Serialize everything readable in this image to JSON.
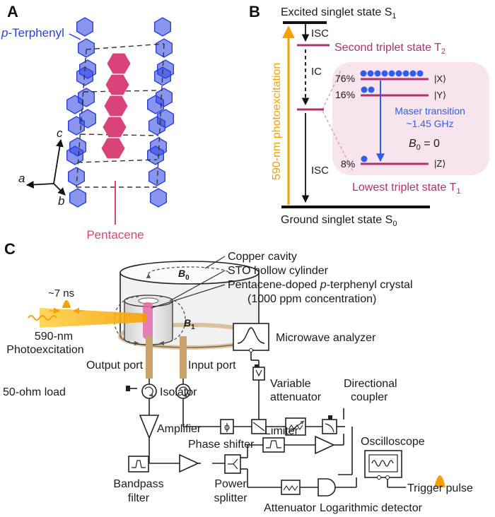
{
  "panels": {
    "a": "A",
    "b": "B",
    "c": "C"
  },
  "panel_a": {
    "terphenyl_prefix": "p",
    "terphenyl_label": "-Terphenyl",
    "pentacene_label": "Pentacene",
    "axis_a": "a",
    "axis_b": "b",
    "axis_c": "c",
    "colors": {
      "terphenyl": "#2a3fe0",
      "pentacene": "#d9437a"
    }
  },
  "panel_b": {
    "excited_singlet": "Excited singlet state S",
    "excited_singlet_sub": "1",
    "second_triplet": "Second triplet state T",
    "second_triplet_sub": "2",
    "lowest_triplet": "Lowest triplet state T",
    "lowest_triplet_sub": "1",
    "ground_singlet": "Ground singlet state S",
    "ground_singlet_sub": "0",
    "photoexcitation": "590-nm photoexcitation",
    "isc_top": "ISC",
    "ic": "IC",
    "isc_bottom": "ISC",
    "pop_x": "76%",
    "pop_y": "16%",
    "pop_z": "8%",
    "ket_x": "|X⟩",
    "ket_y": "|Y⟩",
    "ket_z": "|Z⟩",
    "maser_line1": "Maser transition",
    "maser_line2": "~1.45 GHz",
    "b0_label": "B",
    "b0_sub": "0",
    "b0_value": " = 0",
    "colors": {
      "orange": "#f5a000",
      "triplet": "#b0306e",
      "blue": "#2e5ef0",
      "inset": "#f7e4ec"
    }
  },
  "panel_c": {
    "pulse_width": "~7 ns",
    "cavity_b0": "B",
    "cavity_b0_sub": "0",
    "cavity_b1": "B",
    "cavity_b1_sub": "1",
    "photoexcitation_line1": "590-nm",
    "photoexcitation_line2": "Photoexcitation",
    "copper_cavity": "Copper cavity",
    "sto_cylinder": "STO hollow cylinder",
    "crystal_pre": "Pentacene-doped ",
    "crystal_italic": "p",
    "crystal_post": "-terphenyl crystal",
    "concentration": "(1000 ppm concentration)",
    "microwave_analyzer": "Microwave analyzer",
    "output_port": "Output port",
    "input_port": "Input port",
    "load": "50-ohm load",
    "isolator": "Isolator",
    "variable_atten_1": "Variable",
    "variable_atten_2": "attenuator",
    "directional_1": "Directional",
    "directional_2": "coupler",
    "amplifier": "Amplifier",
    "phase_shifter": "Phase shifter",
    "limiter": "Limiter",
    "oscilloscope": "Oscilloscope",
    "bandpass_1": "Bandpass",
    "bandpass_2": "filter",
    "power_1": "Power",
    "power_2": "splitter",
    "attenuator": "Attenuator",
    "log_detector": "Logarithmic detector",
    "trigger_pulse": "Trigger pulse",
    "phase_symbol": "ϕ",
    "colors": {
      "orange": "#f5a000",
      "port": "#c8a26a"
    }
  }
}
